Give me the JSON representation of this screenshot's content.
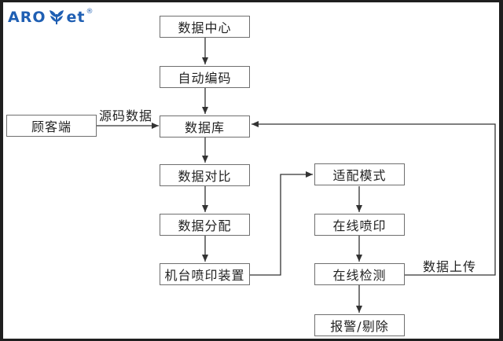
{
  "logo": {
    "text_left": "ARO",
    "text_right": "et",
    "registered": "®",
    "icon": "wheat-leaf-icon"
  },
  "nodes": {
    "data_center": "数据中心",
    "auto_encode": "自动编码",
    "customer": "顾客端",
    "database": "数据库",
    "data_compare": "数据对比",
    "data_distribute": "数据分配",
    "inkjet_device": "机台喷印装置",
    "adapt_mode": "适配模式",
    "online_print": "在线喷印",
    "online_inspect": "在线检测",
    "alarm_reject": "报警/剔除"
  },
  "edge_labels": {
    "source_data": "源码数据",
    "data_upload": "数据上传"
  },
  "colors": {
    "brand": "#1f5fb3",
    "line": "#333333",
    "box_border": "#6f6f6f"
  }
}
